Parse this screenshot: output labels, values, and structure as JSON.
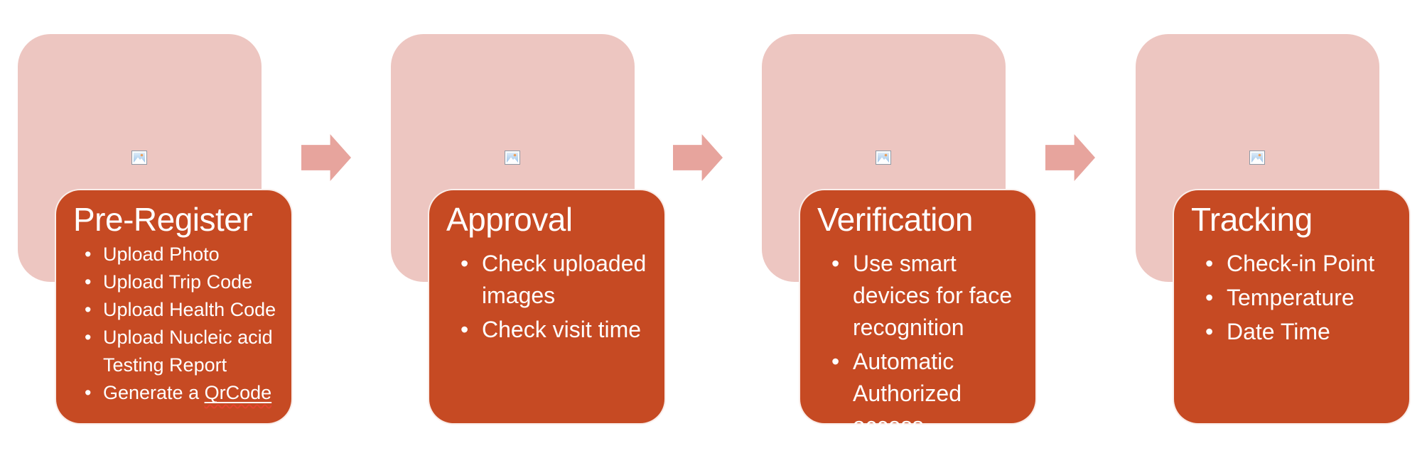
{
  "diagram": {
    "type": "horizontal-process-flow",
    "slide_background": "#FFFFFF",
    "steps": [
      {
        "title": "Pre-Register",
        "bullets": {
          "0": "Upload Photo",
          "1": "Upload Trip Code",
          "2": "Upload Health Code",
          "3": "Upload Nucleic acid\nTesting Report",
          "4": {
            "prefix": "Generate a ",
            "link": "QrCode"
          }
        }
      },
      {
        "title": "Approval",
        "bullets": {
          "0": "Check uploaded\nimages",
          "1": "Check visit time"
        }
      },
      {
        "title": "Verification",
        "bullets": {
          "0": "Use smart\ndevices for face\nrecognition",
          "1": "Automatic\nAuthorized access"
        }
      },
      {
        "title": "Tracking",
        "bullets": {
          "0": "Check-in Point",
          "1": "Temperature",
          "2": "Date Time"
        }
      }
    ],
    "connectors": {
      "count": 3,
      "direction": "right"
    },
    "icons": {
      "placeholder": "image-placeholder-icon"
    }
  },
  "colors": {
    "card_orange": "#C64A23",
    "placeholder_pink": "#EDC6C1",
    "arrow_pink": "#E7A49D",
    "text": "#FFFFFF",
    "spellcheck_squiggle": "#E5432E"
  }
}
